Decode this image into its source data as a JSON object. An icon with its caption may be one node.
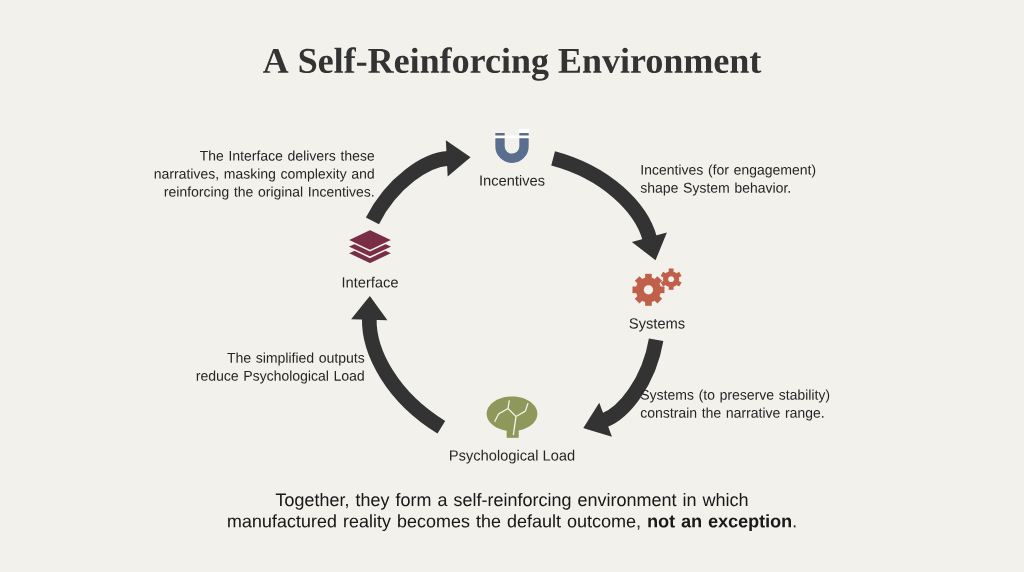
{
  "diagram": {
    "title": "A Self-Reinforcing Environment",
    "caption": "Together, they form a self-reinforcing environment in which manufactured reality becomes the default outcome, **not an exception**.",
    "nodes": [
      {
        "text": [
          "Incentives"
        ]
      },
      {
        "text": [
          "Systems"
        ]
      },
      {
        "text": [
          "Psychological Load"
        ]
      },
      {
        "text": [
          "Interface"
        ]
      }
    ],
    "edges": [
      {
        "from": 0,
        "to": 1,
        "arrow": "to",
        "label": "Incentives (for engagement) shape System behavior."
      },
      {
        "from": 1,
        "to": 2,
        "arrow": "to",
        "label": "Systems (to preserve stability) constrain the narrative range."
      },
      {
        "from": 2,
        "to": 3,
        "arrow": "to",
        "label": "The simplified outputs reduce Psychological Load"
      },
      {
        "from": 3,
        "to": 0,
        "arrow": "to",
        "label": "The Interface delivers these narratives, masking complexity and reinforcing the original Incentives."
      }
    ]
  }
}
